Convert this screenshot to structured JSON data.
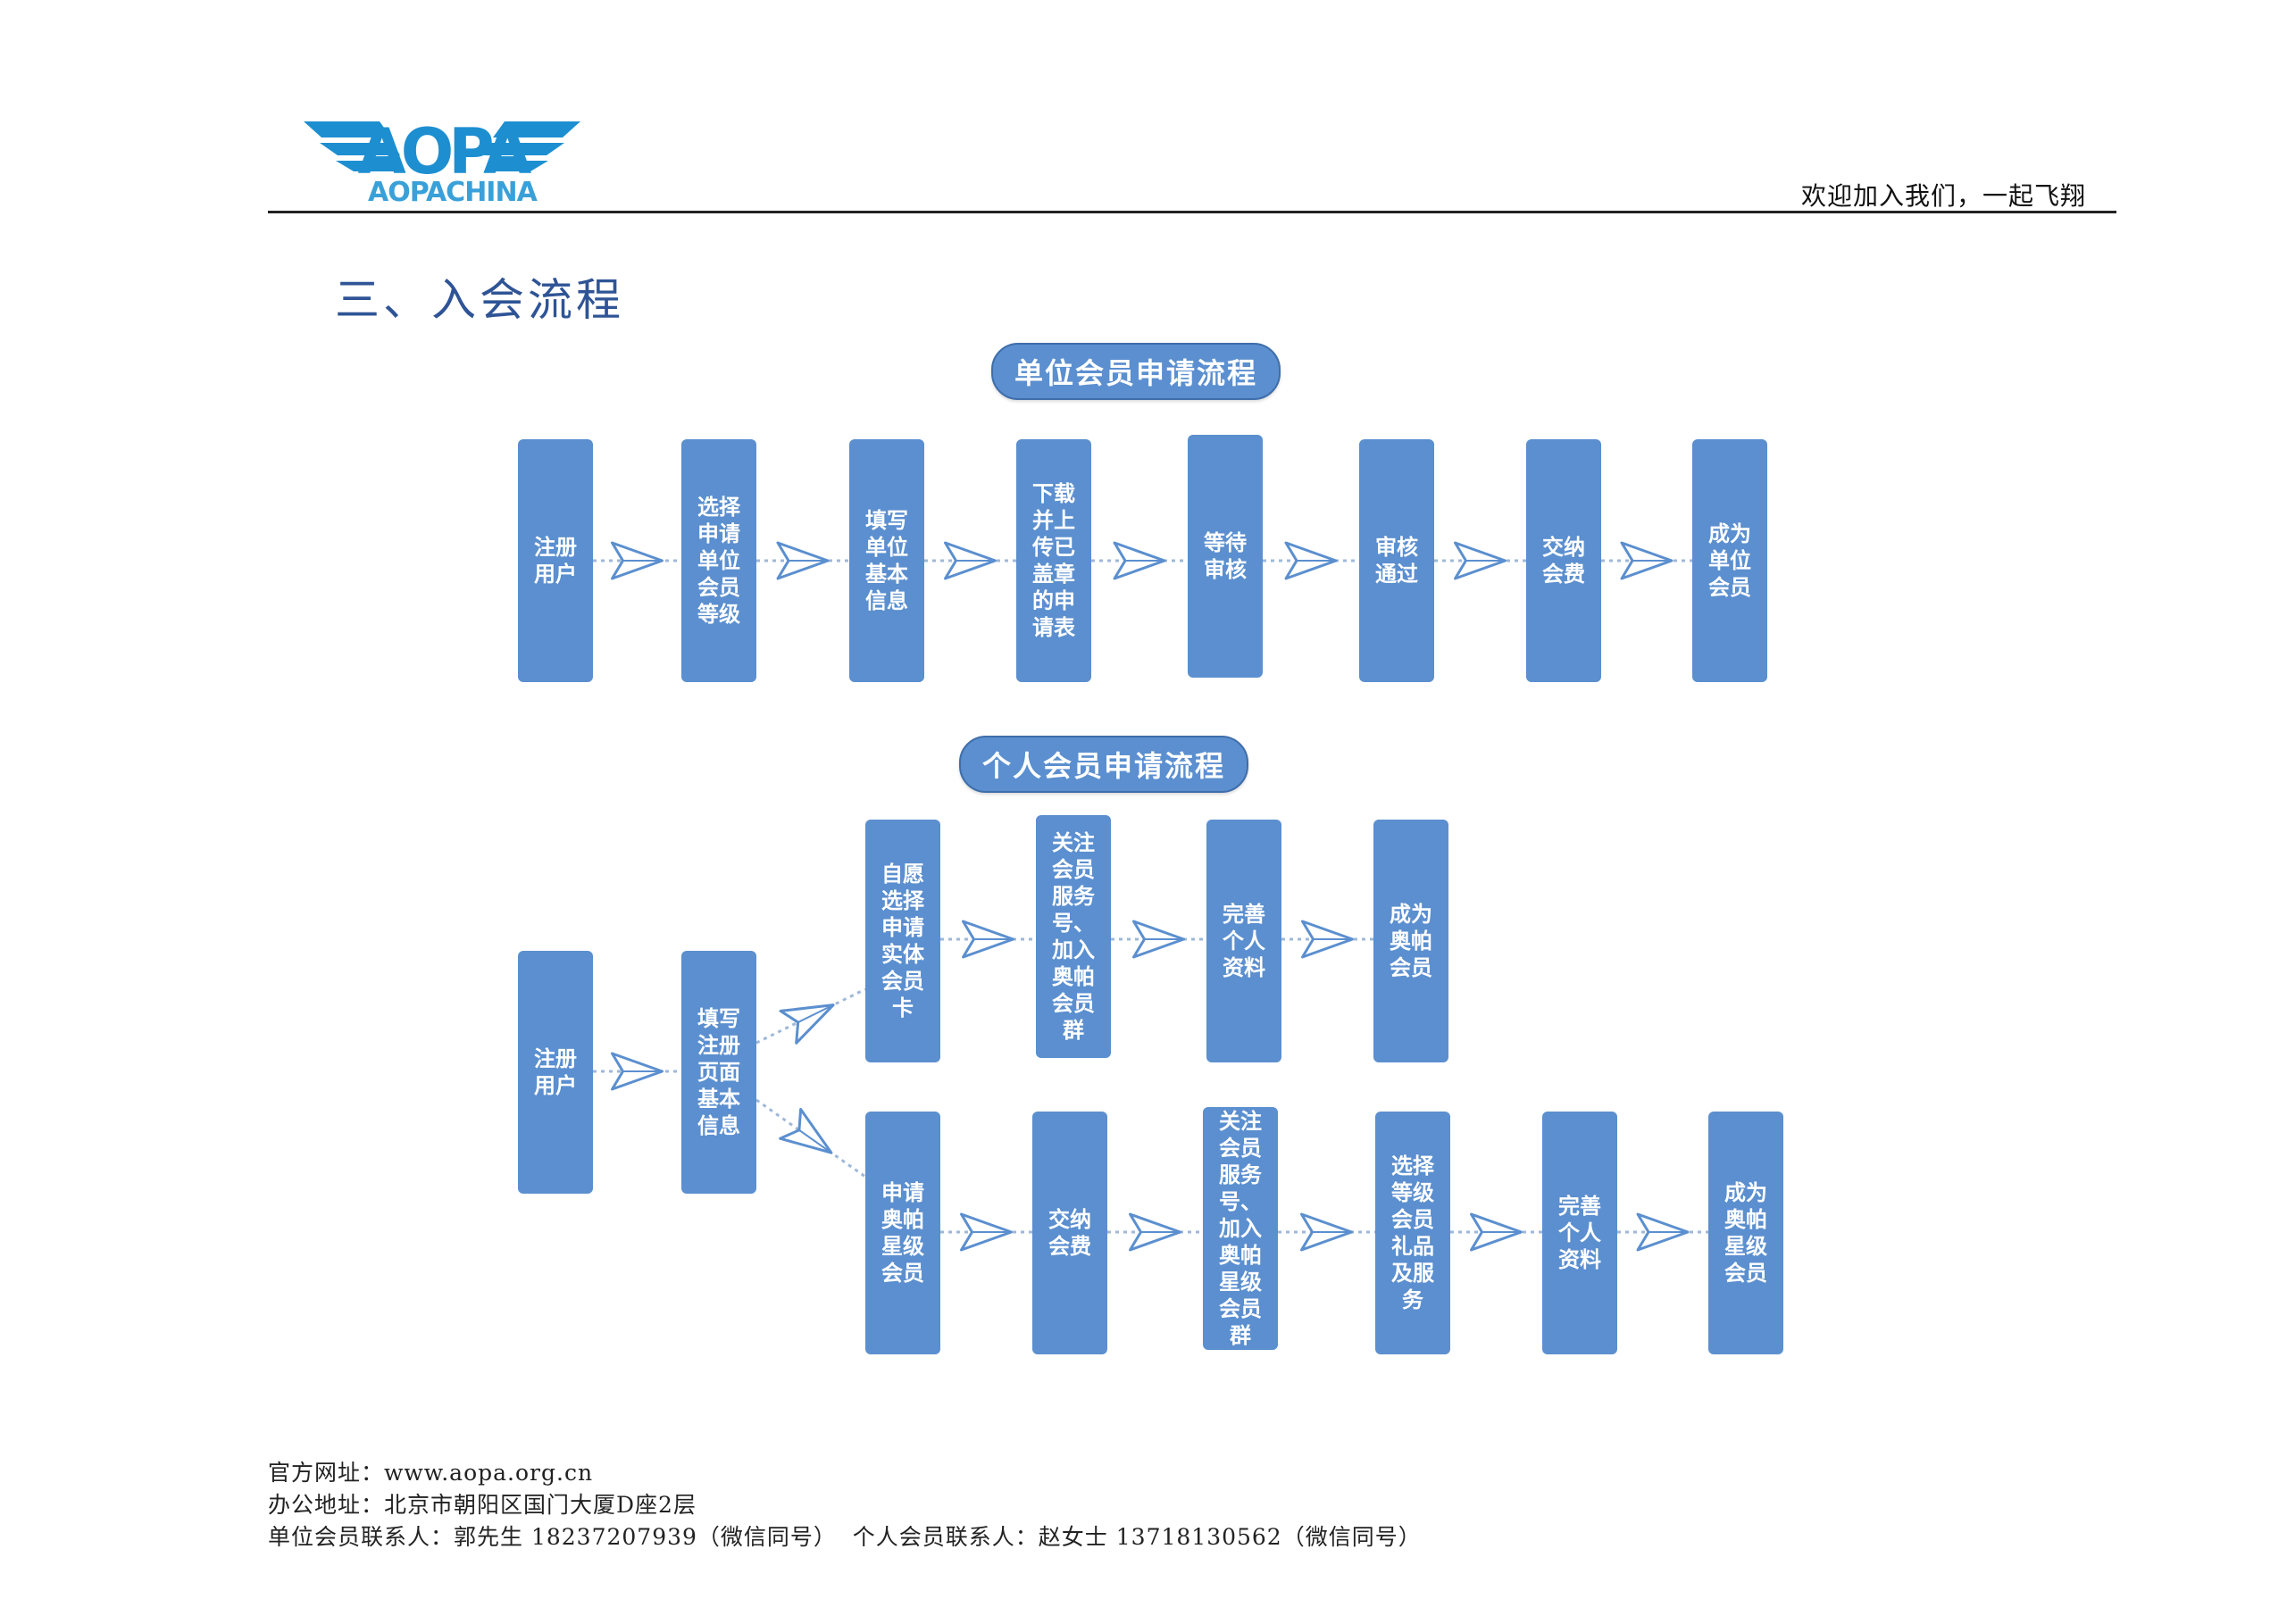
{
  "header": {
    "logo_mark": "AOPA",
    "logo_sub": "AOPACHINA",
    "tagline": "欢迎加入我们，一起飞翔"
  },
  "section_heading": "三、入会流程",
  "unit_flow": {
    "title": "单位会员申请流程",
    "steps": [
      "注册用户",
      "选择申请单位会员等级",
      "填写单位基本信息",
      "下载并上传已盖章的申请表",
      "等待审核",
      "审核通过",
      "交纳会费",
      "成为单位会员"
    ]
  },
  "personal_flow": {
    "title": "个人会员申请流程",
    "start_steps": [
      "注册用户",
      "填写注册页面基本信息"
    ],
    "branch_top": [
      "自愿选择申请实体会员卡",
      "关注会员服务号、加入奥帕会员群",
      "完善个人资料",
      "成为奥帕会员"
    ],
    "branch_bottom": [
      "申请奥帕星级会员",
      "交纳会费",
      "关注会员服务号、加入奥帕星级会员群",
      "选择等级会员礼品及服务",
      "完善个人资料",
      "成为奥帕星级会员"
    ]
  },
  "footer": {
    "website": "官方网址：www.aopa.org.cn",
    "address": "办公地址：北京市朝阳区国门大厦D座2层",
    "contacts": "单位会员联系人：郭先生 18237207939（微信同号）  个人会员联系人：赵女士 13718130562（微信同号）"
  },
  "colors": {
    "box_fill": "#5b8fcf",
    "box_text": "#ffffff",
    "heading": "#2f5496",
    "connector": "#5b8fcf",
    "logo_blue": "#1d8fd1"
  },
  "icons": {
    "connector": "paper-plane-arrow",
    "logo": "aopa-wings-logo"
  }
}
